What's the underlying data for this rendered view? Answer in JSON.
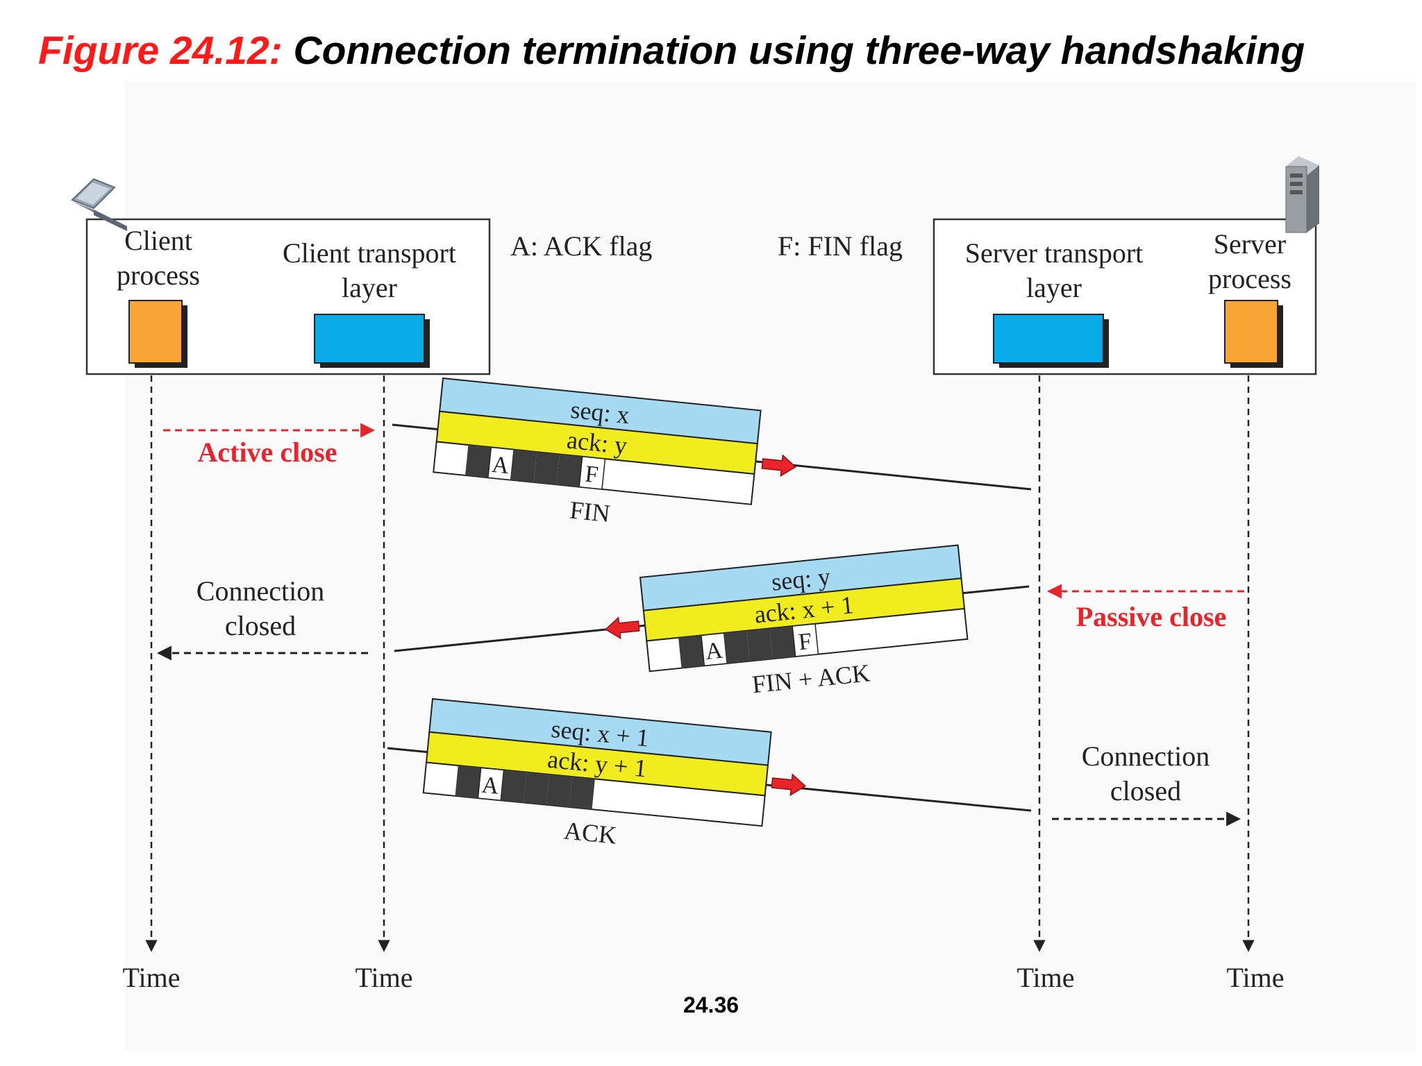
{
  "title": {
    "figure_label": "Figure 24.12:",
    "caption": "Connection termination using three-way handshaking"
  },
  "slide_number": "24.36",
  "legend": {
    "ack_flag": "A: ACK flag",
    "fin_flag": "F: FIN flag"
  },
  "client": {
    "process_line1": "Client",
    "process_line2": "process",
    "transport_line1": "Client transport",
    "transport_line2": "layer",
    "icon": "laptop-icon"
  },
  "server": {
    "transport_line1": "Server transport",
    "transport_line2": "layer",
    "process_line1": "Server",
    "process_line2": "process",
    "icon": "server-tower-icon"
  },
  "time_labels": [
    "Time",
    "Time",
    "Time",
    "Time"
  ],
  "events": {
    "active_close": "Active close",
    "passive_close": "Passive close",
    "client_closed_line1": "Connection",
    "client_closed_line2": "closed",
    "server_closed_line1": "Connection",
    "server_closed_line2": "closed"
  },
  "segments": [
    {
      "name": "FIN",
      "seq": "seq: x",
      "ack": "ack: y",
      "flag_a": "A",
      "flag_f": "F"
    },
    {
      "name": "FIN + ACK",
      "seq": "seq: y",
      "ack": "ack: x + 1",
      "flag_a": "A",
      "flag_f": "F"
    },
    {
      "name": "ACK",
      "seq": "seq: x + 1",
      "ack": "ack: y + 1",
      "flag_a": "A",
      "flag_f": ""
    }
  ],
  "colors": {
    "title_red": "#ff1a1a",
    "event_red": "#e8242a",
    "seq_blue": "#a6d9f2",
    "ack_yellow": "#f1ec1d",
    "transport_blue": "#0aa9e8",
    "process_orange": "#f8a535",
    "flag_dark": "#3d3d3d"
  }
}
